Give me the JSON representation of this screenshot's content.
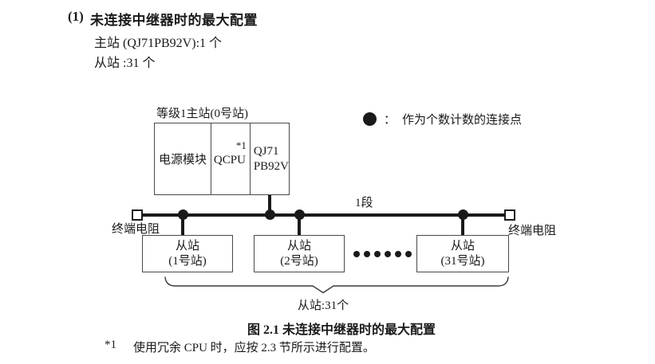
{
  "colors": {
    "text": "#1a1a1a",
    "line": "#1a1a1a",
    "box_border": "#4a4a4a",
    "background": "#ffffff"
  },
  "heading": {
    "number": "(1)",
    "title": "未连接中继器时的最大配置",
    "master_count": "主站 (QJ71PB92V):1 个",
    "slave_count": "从站 :31 个"
  },
  "diagram": {
    "master": {
      "label": "等级1主站(0号站)",
      "power_module": "电源模块",
      "cpu": "QCPU",
      "cpu_note": "*1",
      "network_module_line1": "QJ71",
      "network_module_line2": "PB92V"
    },
    "legend": {
      "separator": "：",
      "text": "作为个数计数的连接点"
    },
    "segment_label": "1段",
    "terminator_left": "终端电阻",
    "terminator_right": "终端电阻",
    "slaves": [
      {
        "line1": "从站",
        "line2": "(1号站)"
      },
      {
        "line1": "从站",
        "line2": "(2号站)"
      },
      {
        "line1": "从站",
        "line2": "(31号站)"
      }
    ],
    "ellipsis_dot_count": 6,
    "brace_label": "从站:31个"
  },
  "caption": "图 2.1 未连接中继器时的最大配置",
  "footnote": {
    "marker": "*1",
    "text": "使用冗余 CPU 时，应按 2.3 节所示进行配置。"
  }
}
